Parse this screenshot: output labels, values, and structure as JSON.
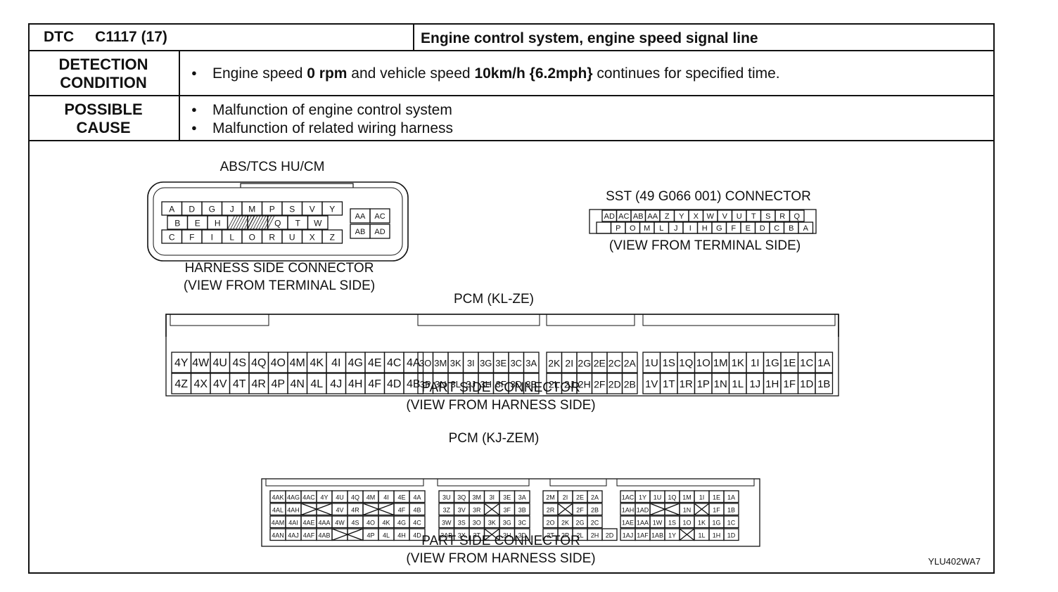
{
  "dtc": {
    "label": "DTC",
    "code": "C1117 (17)",
    "title": "Engine control system, engine speed signal line"
  },
  "detection": {
    "label_line1": "DETECTION",
    "label_line2": "CONDITION",
    "text_a": "Engine speed ",
    "text_b": "0 rpm",
    "text_c": " and vehicle speed ",
    "text_d": "10km/h {6.2mph}",
    "text_e": " continues for specified time."
  },
  "possible_cause": {
    "label_line1": "POSSIBLE",
    "label_line2": "CAUSE",
    "items": [
      "Malfunction of engine control system",
      "Malfunction of related wiring harness"
    ]
  },
  "abs_connector": {
    "title": "ABS/TCS HU/CM",
    "caption_line1": "HARNESS SIDE CONNECTOR",
    "caption_line2": "(VIEW FROM TERMINAL SIDE)",
    "row1": [
      "A",
      "D",
      "G",
      "J",
      "M",
      "P",
      "S",
      "V",
      "Y"
    ],
    "row2": [
      "B",
      "E",
      "H",
      "",
      "",
      "Q",
      "T",
      "W"
    ],
    "row3": [
      "C",
      "F",
      "I",
      "L",
      "O",
      "R",
      "U",
      "X",
      "Z"
    ],
    "side_row1": [
      "AA",
      "AC"
    ],
    "side_row2": [
      "AB",
      "AD"
    ]
  },
  "sst_connector": {
    "title": "SST (49 G066 001) CONNECTOR",
    "caption": "(VIEW FROM TERMINAL SIDE)",
    "row1": [
      "AD",
      "AC",
      "AB",
      "AA",
      "Z",
      "Y",
      "X",
      "W",
      "V",
      "U",
      "T",
      "S",
      "R",
      "Q"
    ],
    "row2": [
      "",
      "P",
      "O",
      "M",
      "L",
      "J",
      "I",
      "H",
      "G",
      "F",
      "E",
      "D",
      "C",
      "B",
      "A"
    ]
  },
  "pcm_klze": {
    "title": "PCM  (KL-ZE)",
    "caption_line1": "PART SIDE CONNECTOR",
    "caption_line2": "(VIEW FROM HARNESS SIDE)",
    "block4_top": [
      "4Y",
      "4W",
      "4U",
      "4S",
      "4Q",
      "4O",
      "4M",
      "4K",
      "4I",
      "4G",
      "4E",
      "4C",
      "4A"
    ],
    "block4_bot": [
      "4Z",
      "4X",
      "4V",
      "4T",
      "4R",
      "4P",
      "4N",
      "4L",
      "4J",
      "4H",
      "4F",
      "4D",
      "4B"
    ],
    "block3_top": [
      "3O",
      "3M",
      "3K",
      "3I",
      "3G",
      "3E",
      "3C",
      "3A"
    ],
    "block3_bot": [
      "3P",
      "3N",
      "3L",
      "3J",
      "3H",
      "3F",
      "3D",
      "3B"
    ],
    "block2_top": [
      "2K",
      "2I",
      "2G",
      "2E",
      "2C",
      "2A"
    ],
    "block2_bot": [
      "2L",
      "2J",
      "2H",
      "2F",
      "2D",
      "2B"
    ],
    "block1_top": [
      "1U",
      "1S",
      "1Q",
      "1O",
      "1M",
      "1K",
      "1I",
      "1G",
      "1E",
      "1C",
      "1A"
    ],
    "block1_bot": [
      "1V",
      "1T",
      "1R",
      "1P",
      "1N",
      "1L",
      "1J",
      "1H",
      "1F",
      "1D",
      "1B"
    ]
  },
  "pcm_kjzem": {
    "title": "PCM  (KJ-ZEM)",
    "caption_line1": "PART SIDE CONNECTOR",
    "caption_line2": "(VIEW FROM HARNESS SIDE)",
    "b4_r1": [
      "4AK",
      "4AG",
      "4AC",
      "4Y",
      "4U",
      "4Q",
      "4M",
      "4I",
      "4E",
      "4A"
    ],
    "b4_r2": [
      "4AL",
      "4AH",
      "",
      "",
      "4V",
      "4R",
      "",
      "",
      "4F",
      "4B"
    ],
    "b4_r3": [
      "4AM",
      "4AI",
      "4AE",
      "4AA",
      "4W",
      "4S",
      "4O",
      "4K",
      "4G",
      "4C"
    ],
    "b4_r4": [
      "4AN",
      "4AJ",
      "4AF",
      "4AB",
      "",
      "",
      "4P",
      "4L",
      "4H",
      "4D"
    ],
    "b3_r1": [
      "3U",
      "3Q",
      "3M",
      "3I",
      "3E",
      "3A"
    ],
    "b3_r2": [
      "3Z",
      "3V",
      "3R",
      "",
      "3F",
      "3B"
    ],
    "b3_r3": [
      "3W",
      "3S",
      "3O",
      "3K",
      "3G",
      "3C"
    ],
    "b3_r4": [
      "3AB",
      "3X",
      "3T",
      "",
      "3H",
      "3D"
    ],
    "b2_r1": [
      "2M",
      "2I",
      "2E",
      "2A"
    ],
    "b2_r2": [
      "2R",
      "",
      "2F",
      "2B"
    ],
    "b2_r3": [
      "2O",
      "2K",
      "2G",
      "2C"
    ],
    "b2_r4": [
      "2T",
      "2P",
      "2L",
      "2H",
      "2D"
    ],
    "b1_r1": [
      "1AC",
      "1Y",
      "1U",
      "1Q",
      "1M",
      "1I",
      "1E",
      "1A"
    ],
    "b1_r2": [
      "1AH",
      "1AD",
      "",
      "",
      "1N",
      "",
      "1F",
      "1B"
    ],
    "b1_r3": [
      "1AE",
      "1AA",
      "1W",
      "1S",
      "1O",
      "1K",
      "1G",
      "1C"
    ],
    "b1_r4": [
      "1AJ",
      "1AF",
      "1AB",
      "1Y",
      "",
      "1L",
      "1H",
      "1D"
    ]
  },
  "figure_id": "YLU402WA7"
}
